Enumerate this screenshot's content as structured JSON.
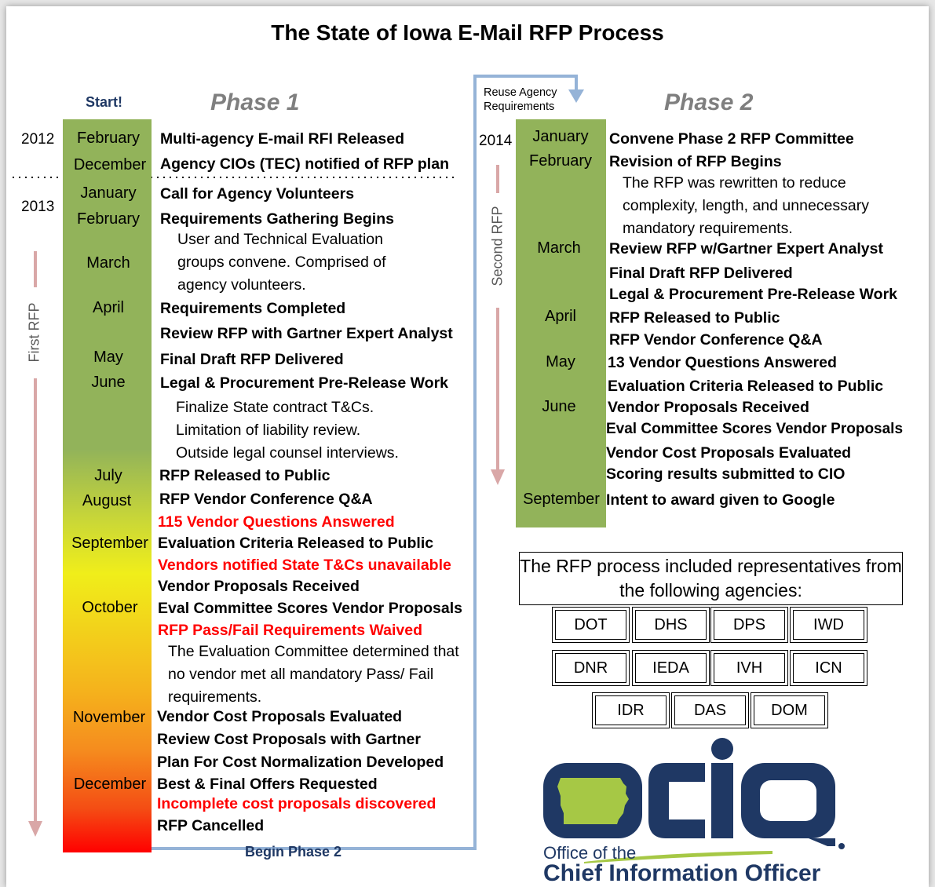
{
  "title": "The State of Iowa E-Mail RFP Process",
  "phase1": {
    "heading": "Phase 1",
    "start_label": "Start!",
    "side_label": "First RFP",
    "bottom_label": "Begin Phase 2",
    "years": [
      "2012",
      "2013"
    ],
    "months": [
      "February",
      "December",
      "January",
      "February",
      "March",
      "April",
      "May",
      "June",
      "July",
      "August",
      "September",
      "October",
      "November",
      "December"
    ],
    "events": [
      "Multi-agency E-mail RFI Released",
      "Agency CIOs (TEC) notified of RFP plan",
      "Call for Agency Volunteers",
      "Requirements Gathering Begins",
      "Requirements Completed",
      "Review RFP with Gartner Expert Analyst",
      "Final Draft RFP Delivered",
      "Legal & Procurement Pre-Release Work",
      "RFP Released to Public",
      "RFP Vendor Conference Q&A",
      "115 Vendor Questions Answered",
      "Evaluation Criteria Released to Public",
      "Vendors notified State T&Cs unavailable",
      "Vendor Proposals Received",
      "Eval Committee Scores Vendor Proposals",
      "RFP Pass/Fail Requirements Waived",
      "Vendor Cost Proposals Evaluated",
      "Review Cost Proposals with Gartner",
      "Plan For Cost Normalization Developed",
      "Best & Final Offers Requested",
      "Incomplete cost proposals discovered",
      "RFP Cancelled"
    ],
    "notes": [
      "User and Technical Evaluation groups convene.  Comprised of agency volunteers.",
      "Finalize State contract T&Cs.",
      "Limitation of liability review.",
      "Outside legal counsel interviews.",
      "The Evaluation Committee determined that no vendor met all mandatory Pass/ Fail requirements."
    ]
  },
  "phase2": {
    "heading": "Phase 2",
    "reuse_label": "Reuse Agency Requirements",
    "side_label": "Second RFP",
    "year": "2014",
    "months": [
      "January",
      "February",
      "March",
      "April",
      "May",
      "June",
      "September"
    ],
    "events": [
      "Convene Phase 2 RFP Committee",
      "Revision of RFP Begins",
      "Review RFP w/Gartner Expert Analyst",
      "Final Draft RFP Delivered",
      "Legal & Procurement Pre-Release Work",
      "RFP Released to Public",
      "RFP Vendor Conference Q&A",
      "13 Vendor Questions Answered",
      "Evaluation Criteria Released to Public",
      "Vendor Proposals Received",
      "Eval Committee Scores Vendor Proposals",
      "Vendor Cost Proposals Evaluated",
      "Scoring results submitted to CIO",
      "Intent to award given to Google"
    ],
    "note": "The RFP was rewritten to reduce complexity, length, and unnecessary mandatory requirements."
  },
  "agencies": {
    "title": "The RFP process included representatives from the following agencies:",
    "list": [
      "DOT",
      "DHS",
      "DPS",
      "IWD",
      "DNR",
      "IEDA",
      "IVH",
      "ICN",
      "IDR",
      "DAS",
      "DOM"
    ]
  },
  "logo": {
    "office_text": "Office of the",
    "cio_text": "Chief Information Officer",
    "wordmark": "ocio"
  },
  "colors": {
    "green": "#92b35a",
    "yellow": "#f0ee1a",
    "orange": "#f58c1e",
    "red": "#ff0000",
    "navy": "#1f3864",
    "connector": "#95b3d7",
    "arrow": "#d9a7a7",
    "logo_green": "#a6c845"
  }
}
